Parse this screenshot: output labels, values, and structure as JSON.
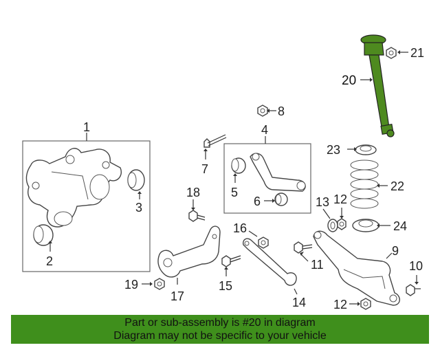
{
  "callouts": {
    "c1": "1",
    "c2": "2",
    "c3": "3",
    "c4": "4",
    "c5": "5",
    "c6": "6",
    "c7": "7",
    "c8": "8",
    "c9": "9",
    "c10": "10",
    "c11": "11",
    "c12a": "12",
    "c12b": "12",
    "c13": "13",
    "c14": "14",
    "c15": "15",
    "c16": "16",
    "c17": "17",
    "c18": "18",
    "c19": "19",
    "c20": "20",
    "c21": "21",
    "c22": "22",
    "c23": "23",
    "c24": "24"
  },
  "colors": {
    "highlight_part": "#4e8a1f",
    "footer_background": "#3f8f1c",
    "footer_text": "#111111"
  },
  "footer": {
    "line1": "Part or sub-assembly is #20 in diagram",
    "line2": "Diagram may not be specific to your vehicle"
  }
}
